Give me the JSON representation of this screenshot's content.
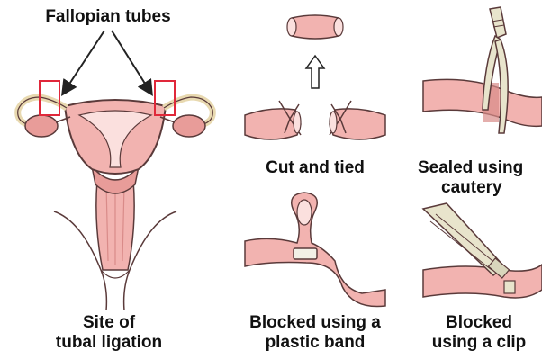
{
  "title_label": "Fallopian tubes",
  "panels": {
    "site": {
      "line1": "Site of",
      "line2": "tubal ligation"
    },
    "cut_tied": {
      "line1": "Cut and tied"
    },
    "cautery": {
      "line1": "Sealed using",
      "line2": "cautery"
    },
    "band": {
      "line1": "Blocked using a",
      "line2": "plastic band"
    },
    "clip": {
      "line1": "Blocked",
      "line2": "using a clip"
    }
  },
  "colors": {
    "tissue": "#f2b3b0",
    "tissue_dark": "#d98b89",
    "outline": "#5a3a3a",
    "marker_box": "#e0283a",
    "instrument": "#e8e4cc",
    "arrow": "#222222"
  },
  "icons": [
    "upward-arrow-icon",
    "cautery-forceps-icon",
    "clip-applier-icon",
    "plastic-band-icon"
  ]
}
